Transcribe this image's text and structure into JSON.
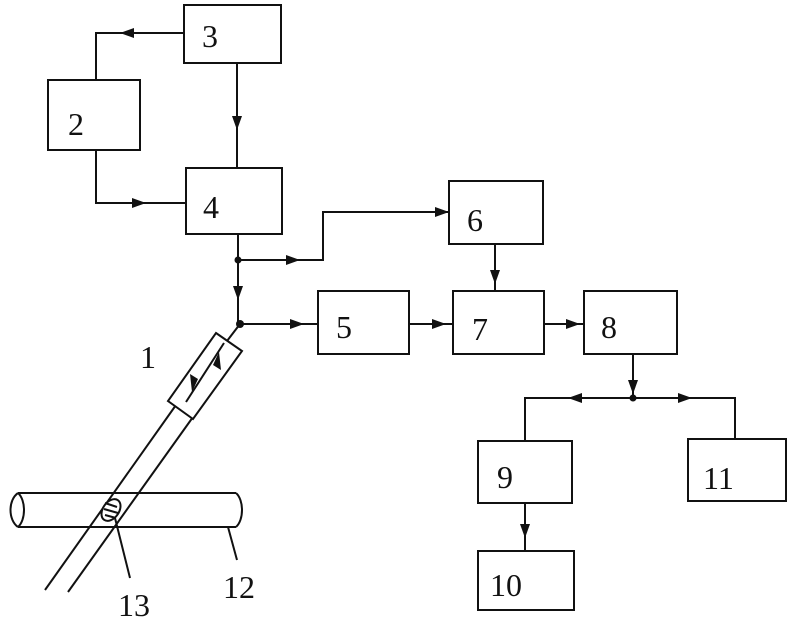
{
  "diagram": {
    "blocks": [
      {
        "id": "b1",
        "label": "1"
      },
      {
        "id": "b2",
        "label": "2"
      },
      {
        "id": "b3",
        "label": "3"
      },
      {
        "id": "b4",
        "label": "4"
      },
      {
        "id": "b5",
        "label": "5"
      },
      {
        "id": "b6",
        "label": "6"
      },
      {
        "id": "b7",
        "label": "7"
      },
      {
        "id": "b8",
        "label": "8"
      },
      {
        "id": "b9",
        "label": "9"
      },
      {
        "id": "b10",
        "label": "10"
      },
      {
        "id": "b11",
        "label": "11"
      }
    ],
    "parts": {
      "pipe_label": "12",
      "sensor_point_label": "13"
    }
  }
}
